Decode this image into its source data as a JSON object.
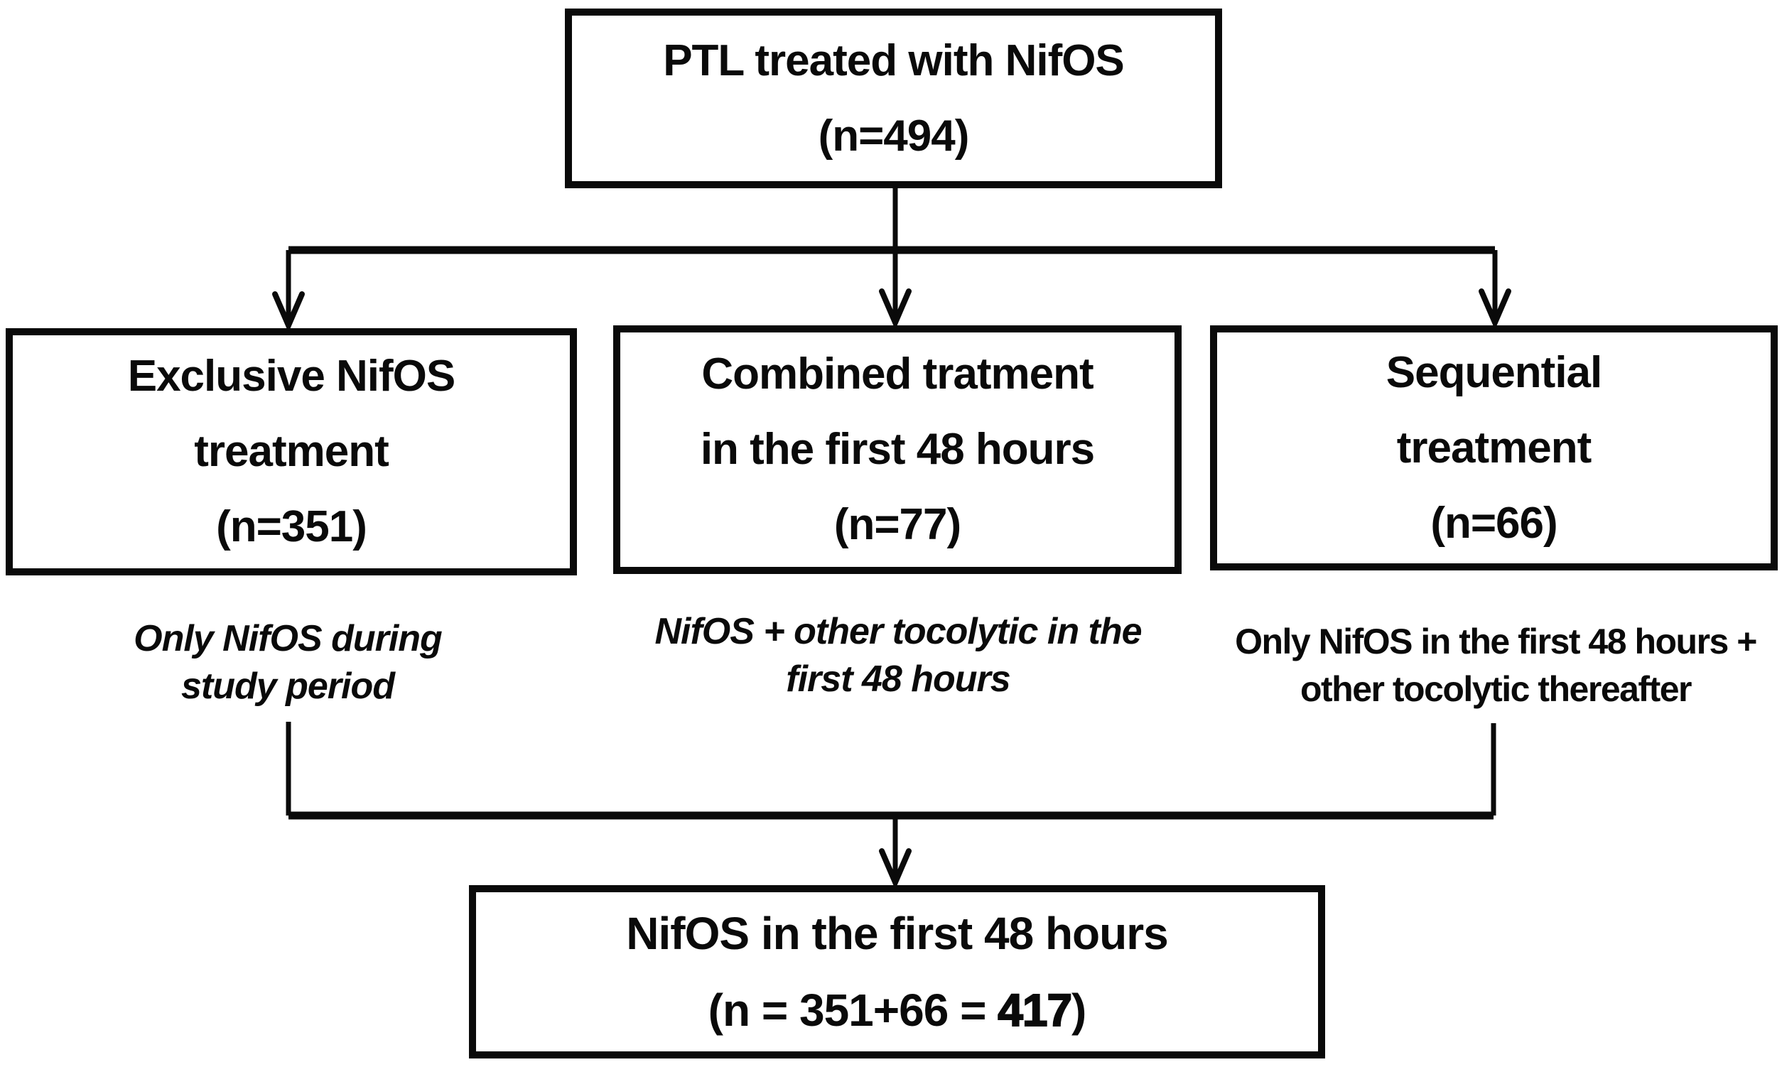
{
  "diagram": {
    "top_box": {
      "lines": [
        "PTL treated with NifOS",
        "(n=494)"
      ]
    },
    "left_box": {
      "lines": [
        "Exclusive NifOS",
        "treatment",
        "(n=351)"
      ]
    },
    "middle_box": {
      "lines": [
        "Combined tratment",
        "in the first 48 hours",
        "(n=77)"
      ]
    },
    "right_box": {
      "lines": [
        "Sequential",
        "treatment",
        "(n=66)"
      ]
    },
    "left_note": {
      "lines": [
        "Only NifOS during",
        "study period"
      ]
    },
    "middle_note": {
      "lines": [
        "NifOS + other tocolytic in the",
        "first 48 hours"
      ]
    },
    "right_note": {
      "lines": [
        "Only NifOS in the first 48 hours +",
        "other tocolytic thereafter"
      ]
    },
    "bottom_box": {
      "line1": "NifOS in the first 48 hours",
      "n_prefix": "(n = 351+66 = ",
      "n_bold": "417",
      "n_suffix": ")"
    }
  },
  "colors": {
    "line": "#0a0a0a",
    "text": "#0a0a0a",
    "background": "#ffffff"
  }
}
